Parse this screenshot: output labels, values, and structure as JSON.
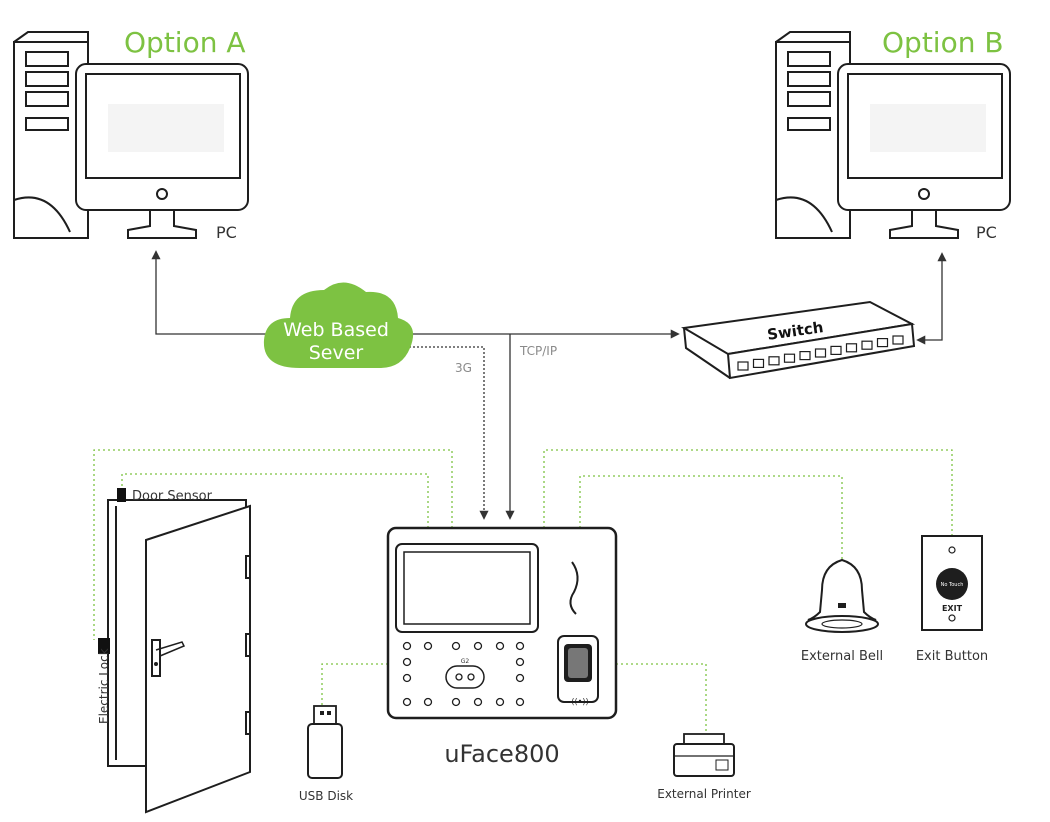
{
  "option_a": {
    "title": "Option A",
    "pc_label": "PC"
  },
  "option_b": {
    "title": "Option B",
    "pc_label": "PC"
  },
  "cloud": {
    "line1": "Web Based",
    "line2": "Sever"
  },
  "switch": {
    "label": "Switch"
  },
  "links": {
    "three_g": "3G",
    "tcpip": "TCP/IP"
  },
  "device": {
    "name": "uFace800",
    "keypad_tag": "G2"
  },
  "peripherals": {
    "door_sensor": "Door Sensor",
    "electric_lock": "Electric Lock",
    "usb_disk": "USB Disk",
    "external_printer": "External Printer",
    "external_bell": "External Bell",
    "exit_button": "Exit Button",
    "exit_button_top_text": "No Touch",
    "exit_button_bottom_text": "EXIT"
  },
  "colors": {
    "accent_green": "#7dc242",
    "line": "#333333",
    "dotted": "#7dc242"
  }
}
